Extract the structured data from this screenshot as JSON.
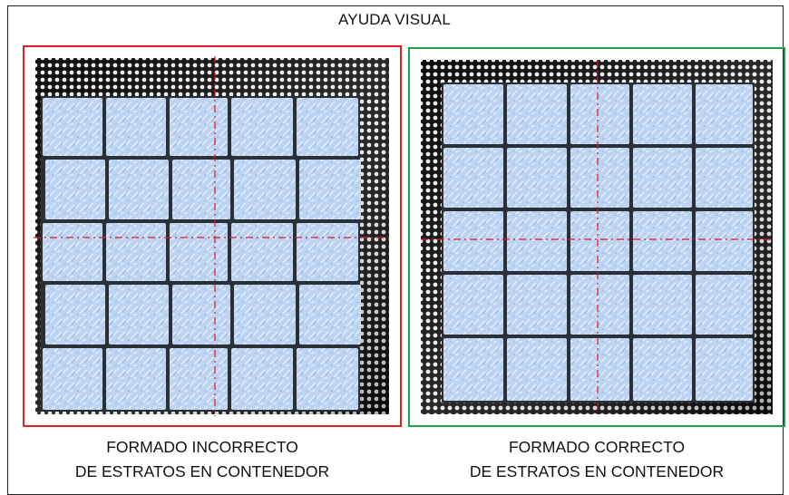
{
  "title": "AYUDA VISUAL",
  "colors": {
    "incorrect_border": "#e02020",
    "correct_border": "#1aa34a",
    "tile_fill": "#bcd3f1",
    "grid_line": "#2b2f36",
    "axis_line": "#e0142a",
    "perforated_background": "#0c0c0c"
  },
  "panels": [
    {
      "id": "incorrect",
      "caption_line1": "FORMADO INCORRECTO",
      "caption_line2": "DE ESTRATOS EN CONTENEDOR",
      "border_color": "#e02020",
      "rows": 5,
      "cols": 5
    },
    {
      "id": "correct",
      "caption_line1": "FORMADO CORRECTO",
      "caption_line2": "DE ESTRATOS EN CONTENEDOR",
      "border_color": "#1aa34a",
      "rows": 5,
      "cols": 5
    }
  ]
}
